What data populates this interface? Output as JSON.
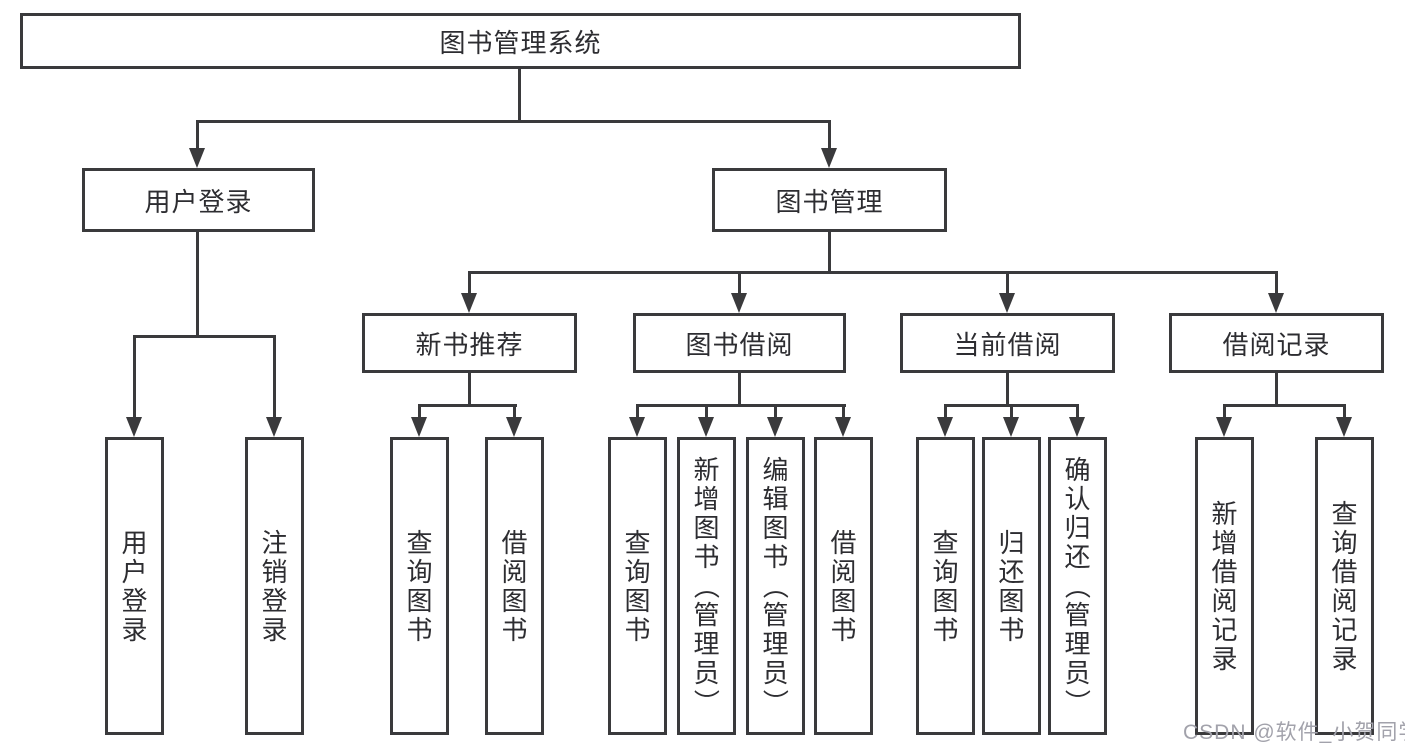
{
  "tree": {
    "label": "图书管理系统",
    "children": [
      {
        "label": "用户登录",
        "children": [
          {
            "label": "用户登录"
          },
          {
            "label": "注销登录"
          }
        ]
      },
      {
        "label": "图书管理",
        "children": [
          {
            "label": "新书推荐",
            "children": [
              {
                "label": "查询图书"
              },
              {
                "label": "借阅图书"
              }
            ]
          },
          {
            "label": "图书借阅",
            "children": [
              {
                "label": "查询图书"
              },
              {
                "label": "新增图书（管理员）"
              },
              {
                "label": "编辑图书（管理员）"
              },
              {
                "label": "借阅图书"
              }
            ]
          },
          {
            "label": "当前借阅",
            "children": [
              {
                "label": "查询图书"
              },
              {
                "label": "归还图书"
              },
              {
                "label": "确认归还（管理员）"
              }
            ]
          },
          {
            "label": "借阅记录",
            "children": [
              {
                "label": "新增借阅记录"
              },
              {
                "label": "查询借阅记录"
              }
            ]
          }
        ]
      }
    ]
  },
  "watermark": "CSDN @软件_小贺同学",
  "colors": {
    "line": "#3a3a3c",
    "text": "#2d2d31",
    "background": "#ffffff",
    "watermark": "#a2a2ab"
  }
}
